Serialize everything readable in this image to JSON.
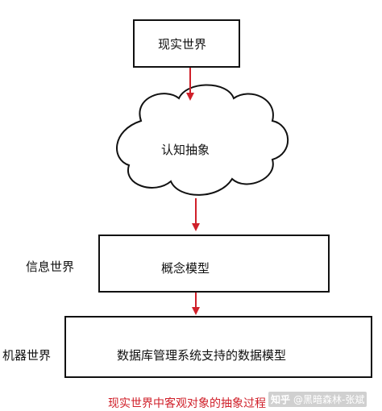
{
  "nodes": {
    "real_world": "现实世界",
    "cognitive_abstraction": "认知抽象",
    "conceptual_model": "概念模型",
    "dbms_data_model": "数据库管理系统支持的数据模型"
  },
  "side_labels": {
    "information_world": "信息世界",
    "machine_world": "机器世界"
  },
  "caption": "现实世界中客观对象的抽象过程",
  "watermark": {
    "logo": "知乎",
    "author": "@黑暗森林-张斌"
  },
  "colors": {
    "arrow": "#d0202a",
    "caption": "#d0202a",
    "border": "#111111"
  }
}
